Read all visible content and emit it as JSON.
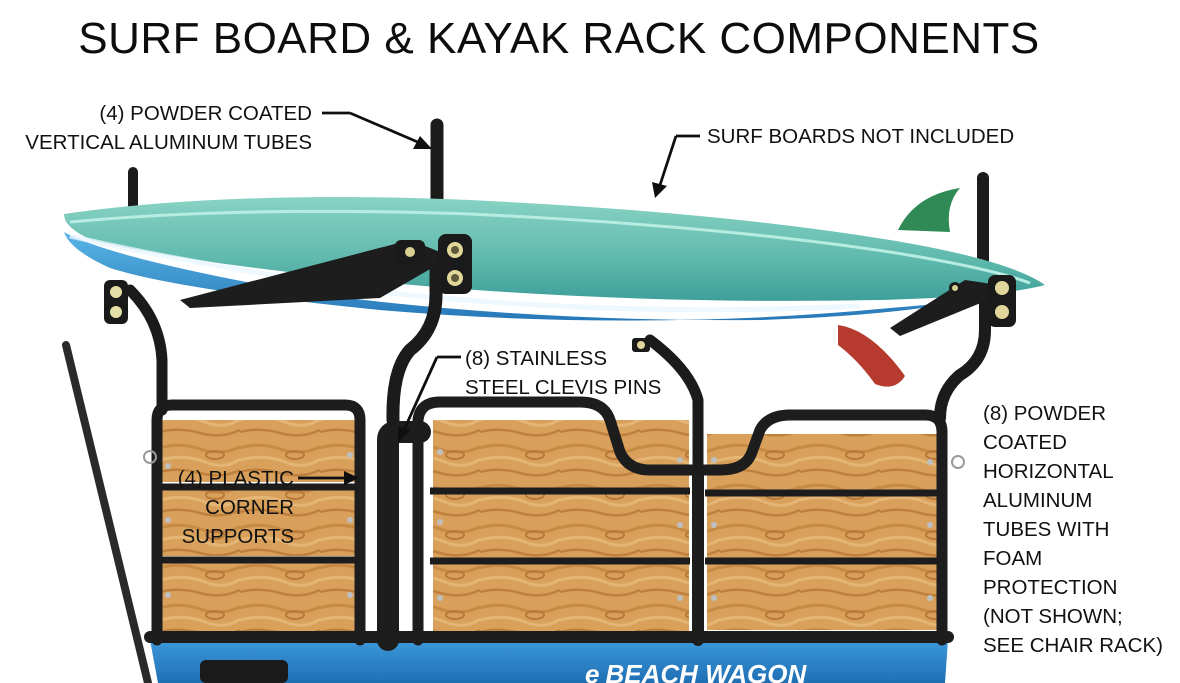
{
  "title": "SURF BOARD & KAYAK RACK COMPONENTS",
  "labels": {
    "vertical_tubes": {
      "lines": [
        "(4) POWDER COATED",
        "VERTICAL ALUMINUM TUBES"
      ]
    },
    "surfboards": {
      "lines": [
        "SURF BOARDS NOT INCLUDED"
      ]
    },
    "clevis_pins": {
      "lines": [
        "(8) STAINLESS",
        "STEEL CLEVIS PINS"
      ]
    },
    "corner_supports": {
      "lines": [
        "(4) PLASTIC",
        "CORNER",
        "SUPPORTS"
      ]
    },
    "horizontal_tubes": {
      "lines": [
        "(8) POWDER",
        "COATED",
        "HORIZONTAL",
        "ALUMINUM",
        "TUBES WITH",
        "FOAM",
        "PROTECTION",
        "(NOT SHOWN;",
        "SEE CHAIR RACK)"
      ]
    }
  },
  "wagon": {
    "brand_text": "BEACH WAGON",
    "brand_prefix": "e"
  },
  "colors": {
    "frame": "#1d1d1d",
    "board_teal": "#6fc2b8",
    "board_blue": "#3a95cf",
    "fin_green": "#2f8a55",
    "fin_red": "#b63a2e",
    "wood": "#d9a35e",
    "wagon_blue": "#2f86cc"
  }
}
